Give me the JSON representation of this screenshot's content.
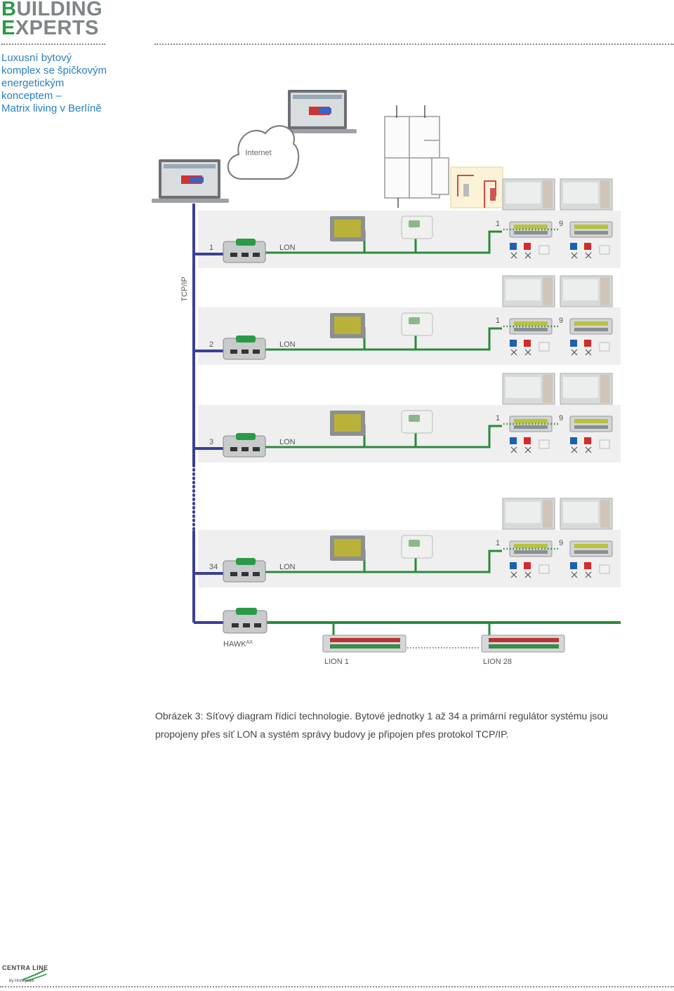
{
  "header": {
    "logo_line1_rest": "UILDING",
    "logo_line2_rest": "XPERTS",
    "side_title": "Luxusní bytový\nkomplex se špičkovým\nenergetickým\nkonceptem –\nMatrix living v Berlíně"
  },
  "diagram": {
    "cloud_label": "Internet",
    "trunk_label": "TCP/IP",
    "bus_label": "LON",
    "hawk_label": "HAWK",
    "hawk_sup": "AX",
    "rows": [
      {
        "unit": "1",
        "first": "1",
        "last": "9"
      },
      {
        "unit": "2",
        "first": "1",
        "last": "9"
      },
      {
        "unit": "3",
        "first": "1",
        "last": "9"
      },
      {
        "unit": "34",
        "first": "1",
        "last": "9"
      }
    ],
    "lion_first": "LION 1",
    "lion_last": "LION 28"
  },
  "caption": "Obrázek 3: Síťový diagram řídicí technologie. Bytové jednotky 1 až 34 a primární regulátor systému jsou propojeny přes síť LON a systém správy budovy je připojen přes protokol TCP/IP.",
  "footer": {
    "brand": "CENTRA LINE",
    "by": "by Honeywell"
  },
  "colors": {
    "tcp_line": "#3a3f95",
    "lon_line": "#2c8a3c",
    "row_bg": "#efefef",
    "valve_blue": "#1e5fb0",
    "valve_red": "#d42a2a",
    "brand_green": "#2d9a46",
    "title_blue": "#2a7fc0"
  }
}
